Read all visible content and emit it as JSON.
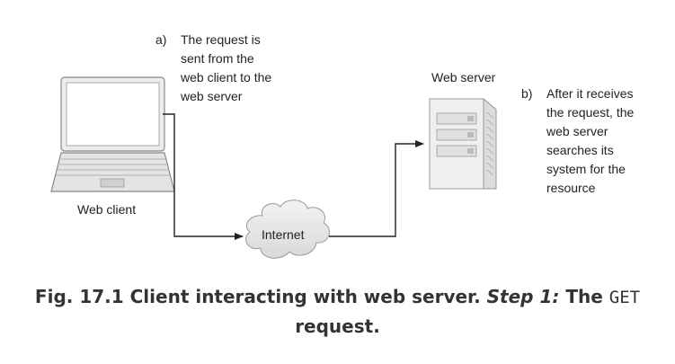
{
  "diagram": {
    "client_label": "Web client",
    "server_label": "Web server",
    "internet_label": "Internet",
    "note_a": {
      "tag": "a)",
      "text": "The request is\nsent from the\nweb client to the\nweb server"
    },
    "note_b": {
      "tag": "b)",
      "text": "After it receives\nthe request, the\nweb server\nsearches its\nsystem for the\nresource"
    }
  },
  "caption": {
    "prefix": "Fig. 17.1 Client interacting with web server. ",
    "step": "Step 1:",
    "the": " The ",
    "code": "GET",
    "suffix": "request."
  }
}
